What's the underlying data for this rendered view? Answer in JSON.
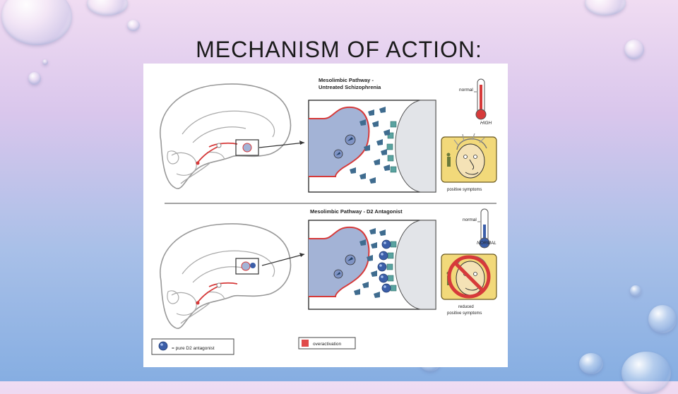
{
  "slide": {
    "title": "MECHANISM OF ACTION:"
  },
  "diagram": {
    "top_panel": {
      "title_line1": "Mesolimbic Pathway -",
      "title_line2": "Untreated Schizophrenia",
      "thermometer_top": "normal",
      "thermometer_bottom": "HIGH",
      "symptom_caption": "positive symptoms"
    },
    "bottom_panel": {
      "title": "Mesolimbic Pathway - D2 Antagonist",
      "thermometer_top": "normal",
      "thermometer_bottom": "NORMAL",
      "symptom_caption_line1": "reduced",
      "symptom_caption_line2": "positive symptoms"
    },
    "legend": {
      "antagonist_label": "= pure D2 antagonist",
      "overactivation_label": "overactivation"
    },
    "colors": {
      "neuron_fill": "#a3b3d6",
      "neuron_outline": "#d63a3a",
      "dopamine": "#3f6c8f",
      "receptor": "#5aa3a0",
      "antagonist": "#3b5ea8",
      "overactivation": "#e04a4a"
    }
  }
}
